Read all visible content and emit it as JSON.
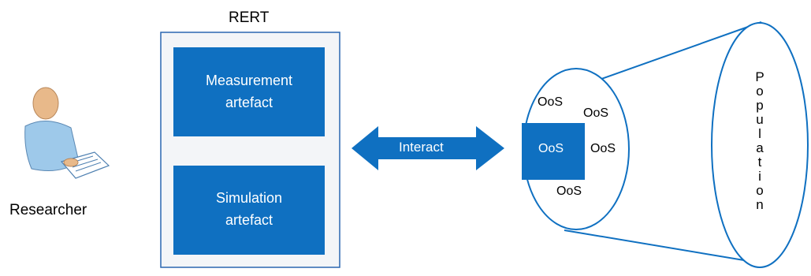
{
  "colors": {
    "accent": "#0f70c1",
    "frame_border": "#2a67b1",
    "frame_fill": "#f3f5f8",
    "person_shirt": "#9ec9ea",
    "person_skin": "#e8b98a",
    "arrow_fill": "#0f70c1"
  },
  "researcher": {
    "label": "Researcher",
    "icon": "researcher-icon"
  },
  "rert": {
    "title": "RERT",
    "measurement": [
      "Measurement",
      "artefact"
    ],
    "simulation": [
      "Simulation",
      "artefact"
    ]
  },
  "interact": {
    "label": "Interact"
  },
  "sample": {
    "center_label": "OoS",
    "labels": [
      "OoS",
      "OoS",
      "OoS",
      "OoS"
    ]
  },
  "population": {
    "letters": [
      "P",
      "o",
      "p",
      "u",
      "l",
      "a",
      "t",
      "i",
      "o",
      "n"
    ]
  }
}
